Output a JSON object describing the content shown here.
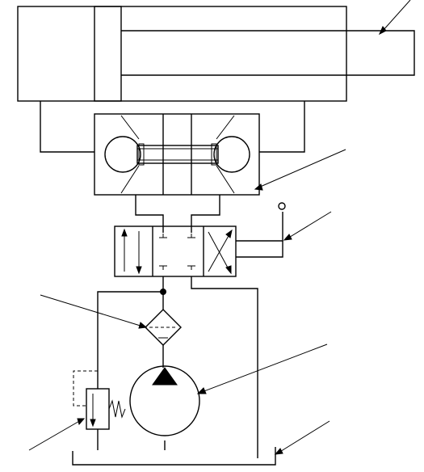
{
  "diagram": {
    "type": "hydraulic-circuit-schematic",
    "components": [
      "double-acting-cylinder",
      "hydraulic-lock",
      "directional-valve-4-3",
      "filter",
      "pump",
      "relief-valve",
      "tank"
    ],
    "leader_count": 7,
    "colors": {
      "line": "#000000",
      "background": "#ffffff"
    }
  }
}
